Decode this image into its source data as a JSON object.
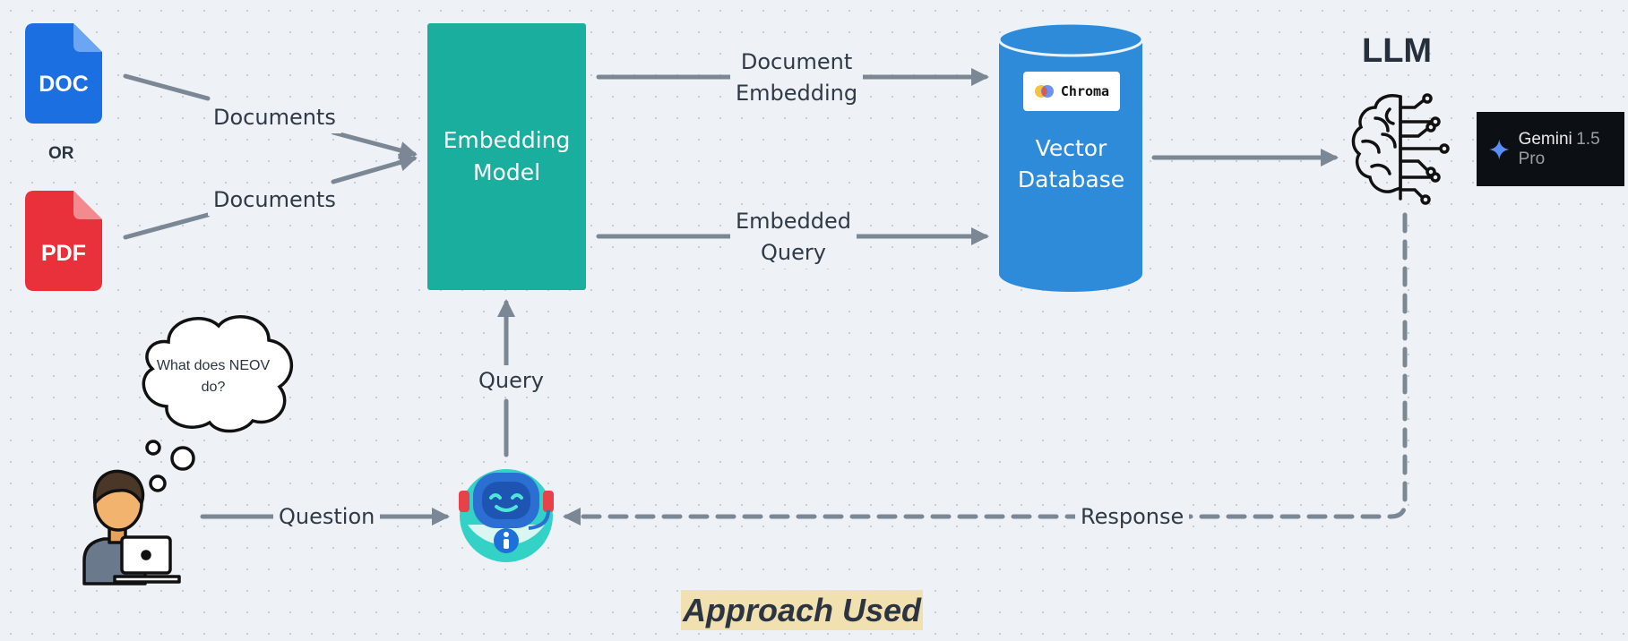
{
  "inputs": {
    "doc_label": "DOC",
    "or_label": "OR",
    "pdf_label": "PDF",
    "documents_top": "Documents",
    "documents_bottom": "Documents"
  },
  "embedding_model": {
    "line1": "Embedding",
    "line2": "Model"
  },
  "edges": {
    "document_embedding_1": "Document",
    "document_embedding_2": "Embedding",
    "embedded_query_1": "Embedded",
    "embedded_query_2": "Query",
    "query": "Query",
    "question": "Question",
    "response": "Response"
  },
  "vector_db": {
    "line1": "Vector",
    "line2": "Database",
    "brand": "Chroma"
  },
  "llm": {
    "title": "LLM",
    "model_name": "Gemini",
    "model_version": "1.5 Pro"
  },
  "user": {
    "thought_line1": "What does NEOV",
    "thought_line2": "do?"
  },
  "title": "Approach Used",
  "colors": {
    "embedding_model": "#1aae9f",
    "vector_db": "#2e8bd9",
    "doc": "#1b6fe0",
    "pdf": "#e8313a",
    "arrows": "#7b8794",
    "title_highlight": "#f1e0b0"
  },
  "icons": [
    "doc-file-icon",
    "pdf-file-icon",
    "chroma-logo-icon",
    "brain-icon",
    "gemini-star-icon",
    "user-laptop-icon",
    "chatbot-icon",
    "thought-cloud-icon"
  ]
}
